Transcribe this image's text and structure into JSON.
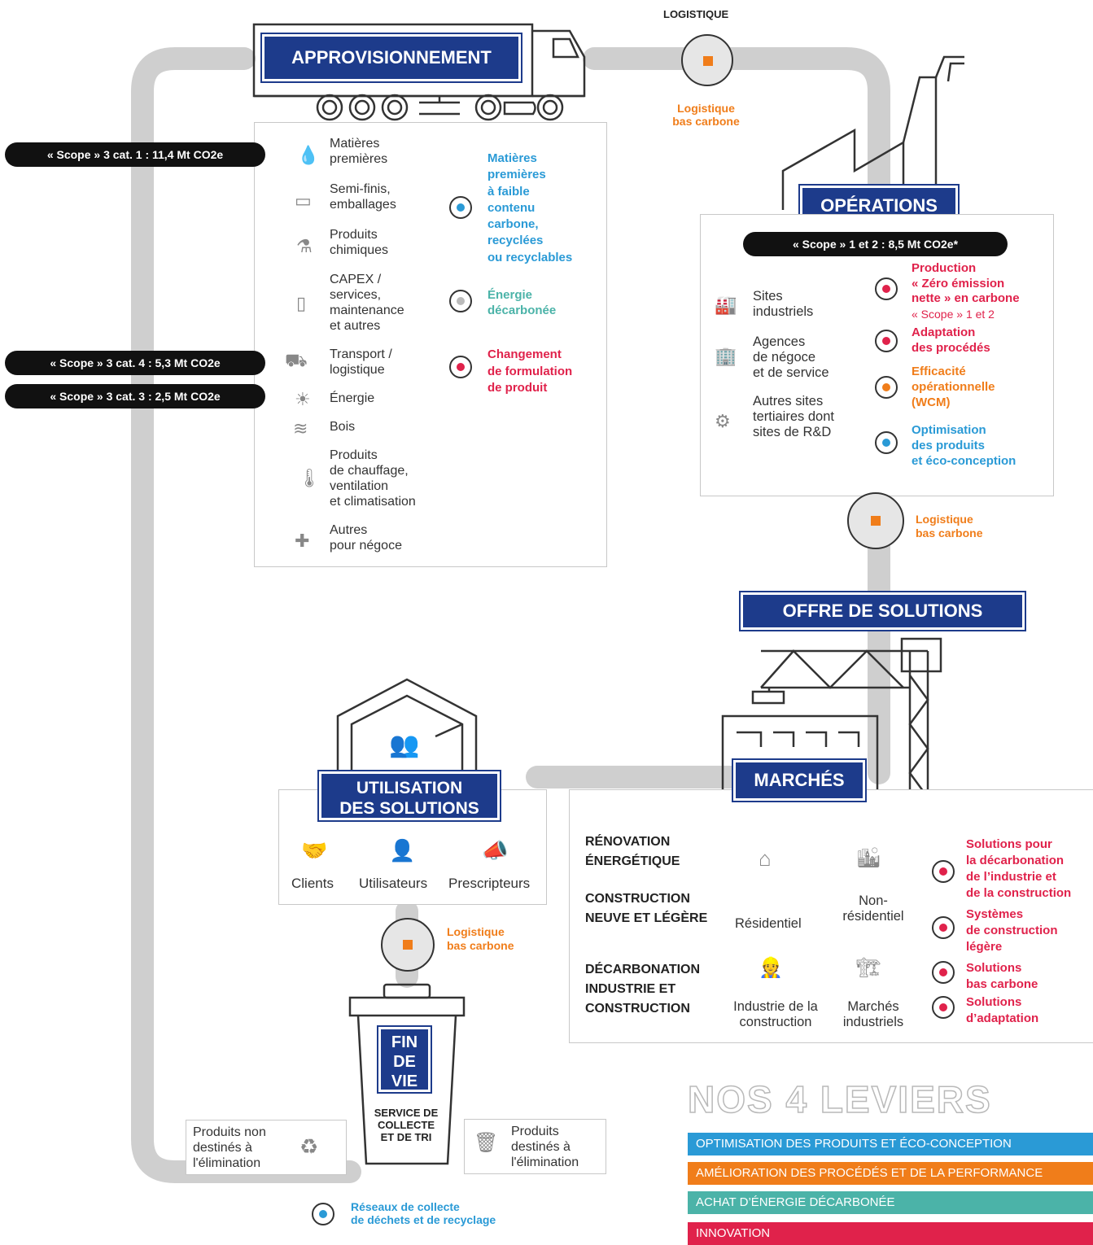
{
  "colors": {
    "navy": "#1d3b8b",
    "blue": "#2a9ad6",
    "orange": "#f07d1a",
    "teal": "#4bb3a8",
    "red": "#e0224b",
    "grey": "#cfcfcf"
  },
  "logistics_top": "LOGISTIQUE",
  "logistique_bas_carbone": [
    "Logistique",
    "bas carbone"
  ],
  "approvisionnement": {
    "title": "APPROVISIONNEMENT",
    "items": [
      "Matières premières",
      "Semi-finis, emballages",
      "Produits chimiques",
      "CAPEX / services, maintenance et autres",
      "Transport / logistique",
      "Énergie",
      "Bois",
      "Produits de chauffage, ventilation et climatisation",
      "Autres pour négoce"
    ],
    "item_lines": [
      [
        "Matières",
        "premières"
      ],
      [
        "Semi-finis,",
        "emballages"
      ],
      [
        "Produits",
        "chimiques"
      ],
      [
        "CAPEX /",
        "services,",
        "maintenance",
        "et autres"
      ],
      [
        "Transport /",
        "logistique"
      ],
      [
        "Énergie"
      ],
      [
        "Bois"
      ],
      [
        "Produits",
        "de chauffage,",
        "ventilation",
        "et climatisation"
      ],
      [
        "Autres",
        "pour négoce"
      ]
    ],
    "levers": [
      {
        "lines": [
          "Matières",
          "premières",
          "à faible",
          "contenu",
          "carbone,",
          "recyclées",
          "ou recyclables"
        ],
        "color": "blue"
      },
      {
        "lines": [
          "Énergie",
          "décarbonée"
        ],
        "color": "teal"
      },
      {
        "lines": [
          "Changement",
          "de formulation",
          "de produit"
        ],
        "color": "red"
      }
    ]
  },
  "scopes": {
    "cat1": "« Scope » 3 cat. 1 : 11,4 Mt CO2e",
    "cat4": "« Scope » 3 cat. 4 : 5,3 Mt CO2e",
    "cat3": "« Scope » 3 cat. 3 : 2,5 Mt CO2e",
    "s12": "« Scope » 1 et 2 : 8,5 Mt CO2e*"
  },
  "operations": {
    "title": "OPÉRATIONS",
    "items": [
      [
        "Sites",
        "industriels"
      ],
      [
        "Agences",
        "de négoce",
        "et de service"
      ],
      [
        "Autres sites",
        "tertiaires dont",
        "sites de R&D"
      ]
    ],
    "levers": [
      {
        "lines": [
          "Production",
          "« Zéro émission",
          "nette » en carbone"
        ],
        "sub": "« Scope » 1 et 2",
        "color": "red"
      },
      {
        "lines": [
          "Adaptation",
          "des procédés"
        ],
        "color": "red"
      },
      {
        "lines": [
          "Efficacité",
          "opérationnelle",
          "(WCM)"
        ],
        "color": "orange"
      },
      {
        "lines": [
          "Optimisation",
          "des produits",
          "et éco-conception"
        ],
        "color": "blue"
      }
    ]
  },
  "offre": "OFFRE DE SOLUTIONS",
  "marches": {
    "title": "MARCHÉS",
    "headings": [
      [
        "RÉNOVATION",
        "ÉNERGÉTIQUE"
      ],
      [
        "CONSTRUCTION",
        "NEUVE ET LÉGÈRE"
      ],
      [
        "DÉCARBONATION",
        "INDUSTRIE ET",
        "CONSTRUCTION"
      ]
    ],
    "segments": [
      [
        "Résidentiel"
      ],
      [
        "Non-",
        "résidentiel"
      ],
      [
        "Industrie de la",
        "construction"
      ],
      [
        "Marchés",
        "industriels"
      ]
    ],
    "levers": [
      {
        "lines": [
          "Solutions pour",
          "la décarbonation",
          "de l’industrie et",
          "de la construction"
        ]
      },
      {
        "lines": [
          "Systèmes",
          "de construction",
          "légère"
        ]
      },
      {
        "lines": [
          "Solutions",
          "bas carbone"
        ]
      },
      {
        "lines": [
          "Solutions",
          "d’adaptation"
        ]
      }
    ]
  },
  "utilisation": {
    "title": [
      "UTILISATION",
      "DES SOLUTIONS"
    ],
    "items": [
      "Clients",
      "Utilisateurs",
      "Prescripteurs"
    ]
  },
  "fin_de_vie": {
    "title": [
      "FIN",
      "DE",
      "VIE"
    ],
    "service": [
      "SERVICE DE",
      "COLLECTE",
      "ET DE TRI"
    ],
    "left": [
      "Produits non",
      "destinés à",
      "l'élimination"
    ],
    "right": [
      "Produits",
      "destinés à",
      "l'élimination"
    ],
    "reseaux": [
      "Réseaux de collecte",
      "de déchets et de recyclage"
    ]
  },
  "nos_leviers": {
    "title": "NOS 4 LEVIERS",
    "items": [
      {
        "label": "OPTIMISATION DES PRODUITS ET ÉCO-CONCEPTION",
        "color": "#2a9ad6"
      },
      {
        "label": "AMÉLIORATION DES PROCÉDÉS ET DE LA PERFORMANCE",
        "color": "#f07d1a"
      },
      {
        "label": "ACHAT D’ÉNERGIE DÉCARBONÉE",
        "color": "#4bb3a8"
      },
      {
        "label": "INNOVATION",
        "color": "#e0224b"
      }
    ]
  }
}
